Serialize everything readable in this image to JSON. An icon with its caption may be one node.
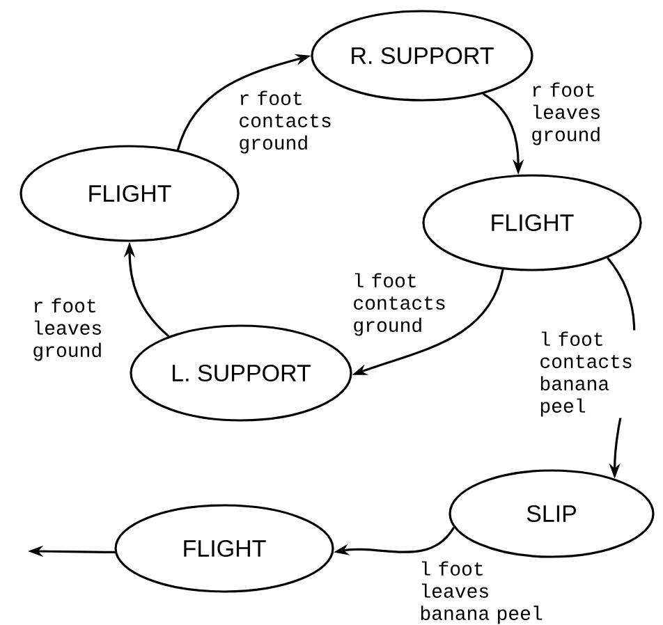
{
  "diagram": {
    "nodes": [
      {
        "text": [
          "R. SUPPORT"
        ]
      },
      {
        "text": [
          "FLIGHT"
        ]
      },
      {
        "text": [
          "FLIGHT"
        ]
      },
      {
        "text": [
          "L. SUPPORT"
        ]
      },
      {
        "text": [
          "SLIP"
        ]
      },
      {
        "text": [
          "FLIGHT"
        ]
      }
    ],
    "edges": [
      {
        "from": 1,
        "to": 0,
        "arrow": "to",
        "label": "r foot contacts ground"
      },
      {
        "from": 0,
        "to": 2,
        "arrow": "to",
        "label": "r foot leaves ground"
      },
      {
        "from": 2,
        "to": 3,
        "arrow": "to",
        "label": "l foot contacts ground"
      },
      {
        "from": 3,
        "to": 1,
        "arrow": "to",
        "label": "r foot leaves ground"
      },
      {
        "from": 2,
        "to": 4,
        "arrow": "to",
        "label": "l foot contacts banana peel"
      },
      {
        "from": 4,
        "to": 5,
        "arrow": "to",
        "label": "l foot leaves banana peel"
      },
      {
        "from": 5,
        "to": null,
        "arrow": "to"
      }
    ]
  }
}
